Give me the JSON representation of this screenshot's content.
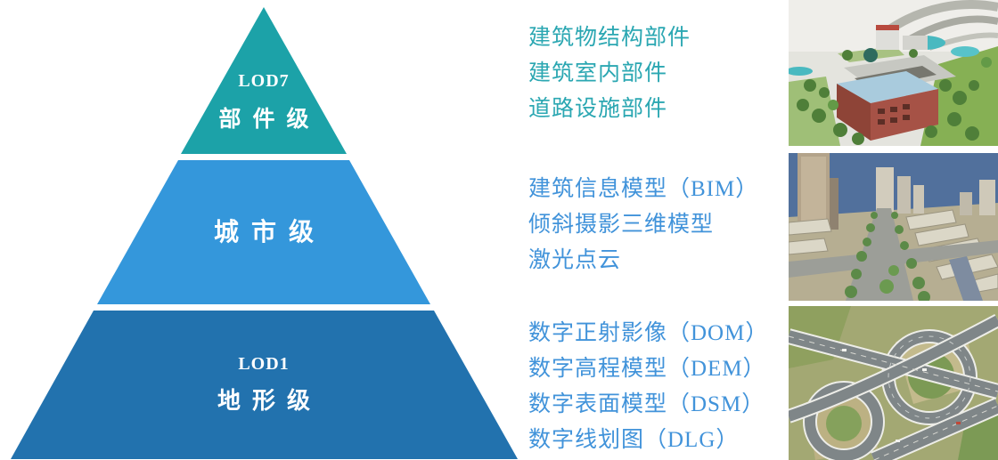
{
  "pyramid": {
    "levels": [
      {
        "lod": "LOD7",
        "label": "部件级",
        "color": "#1CA2A8",
        "item_color": "#2BA7B2",
        "items": [
          "建筑物结构部件",
          "建筑室内部件",
          "道路设施部件"
        ]
      },
      {
        "lod": "",
        "label": "城市级",
        "color": "#3497DB",
        "item_color": "#4193DA",
        "items": [
          "建筑信息模型（BIM）",
          "倾斜摄影三维模型",
          "激光点云"
        ]
      },
      {
        "lod": "LOD1",
        "label": "地形级",
        "color": "#2272AE",
        "item_color": "#4193DA",
        "items": [
          "数字正射影像（DOM）",
          "数字高程模型（DEM）",
          "数字表面模型（DSM）",
          "数字线划图（DLG）"
        ]
      }
    ]
  },
  "photos": [
    {
      "icon": "building-3d-model-render"
    },
    {
      "icon": "city-oblique-photogrammetry-render"
    },
    {
      "icon": "highway-interchange-aerial-photo"
    }
  ]
}
